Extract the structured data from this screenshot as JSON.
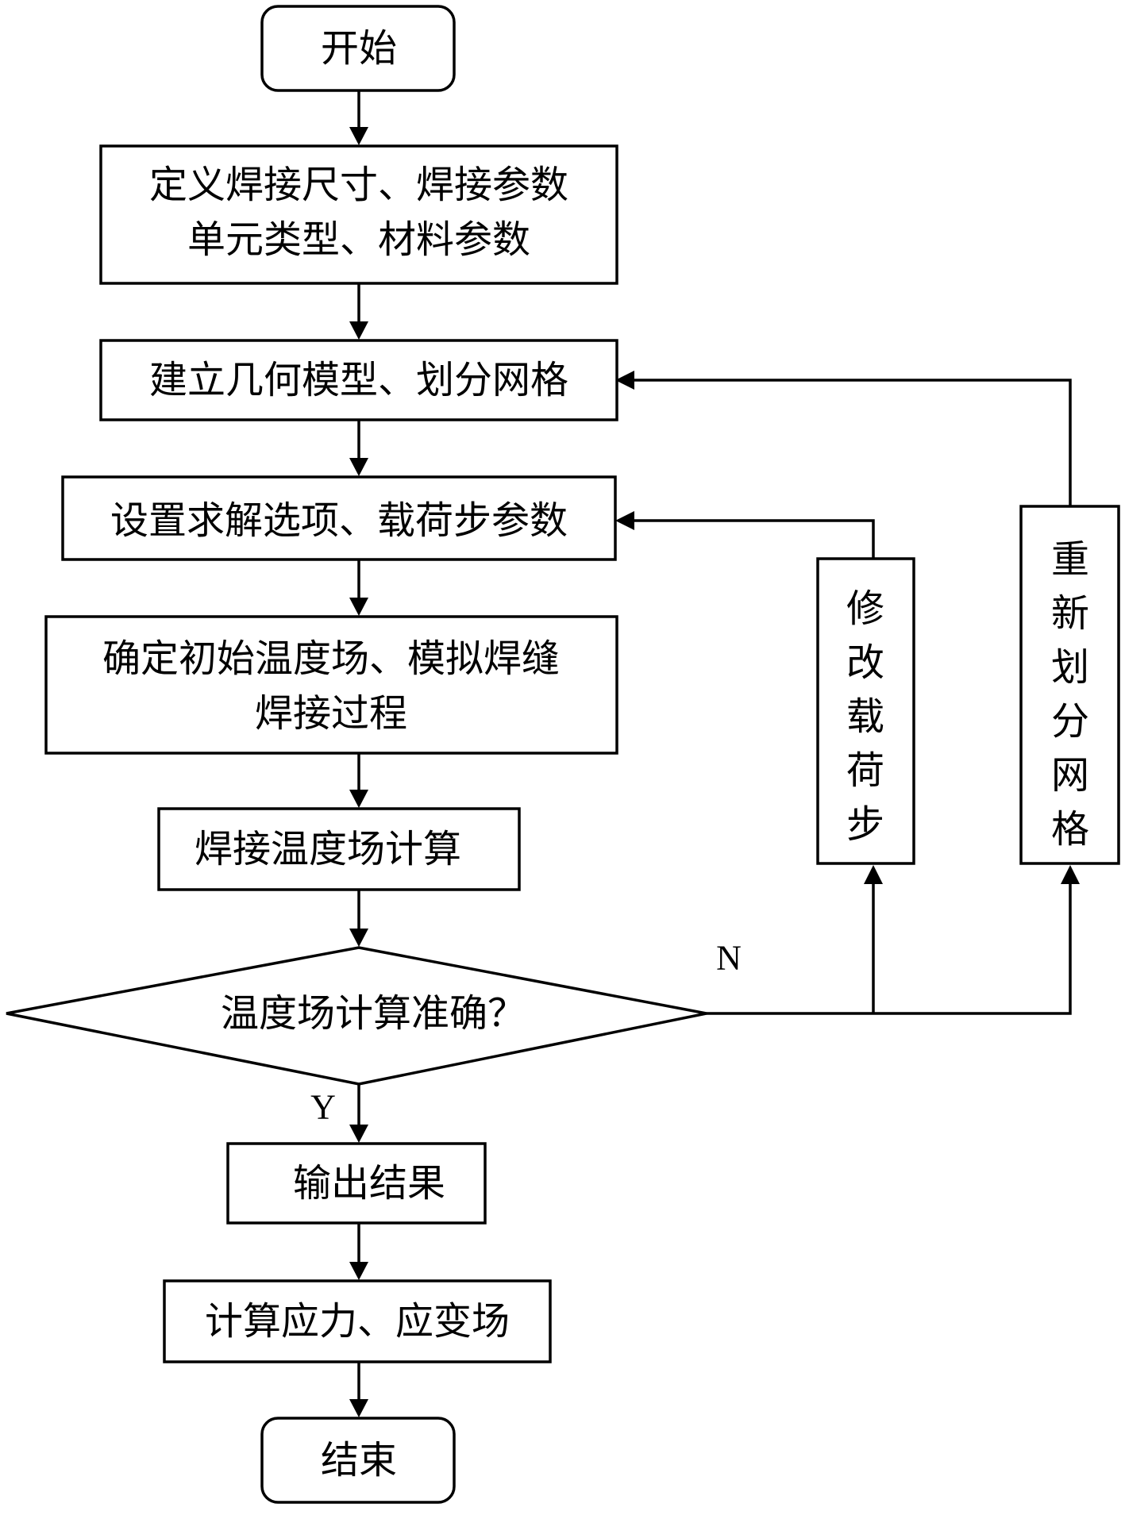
{
  "flowchart": {
    "start": "开始",
    "define": [
      "定义焊接尺寸、焊接参数",
      "单元类型、材料参数"
    ],
    "geometry": "建立几何模型、划分网格",
    "solver": "设置求解选项、载荷步参数",
    "initial": [
      "确定初始温度场、模拟焊缝",
      "焊接过程"
    ],
    "compute": "焊接温度场计算",
    "decision": "温度场计算准确？",
    "output": "输出结果",
    "stress": "计算应力、应变场",
    "end": "结束",
    "modify_load": [
      "修",
      "改",
      "载",
      "荷",
      "步"
    ],
    "remesh": [
      "重",
      "新",
      "划",
      "分",
      "网",
      "格"
    ],
    "label_no": "N",
    "label_yes": "Y"
  }
}
